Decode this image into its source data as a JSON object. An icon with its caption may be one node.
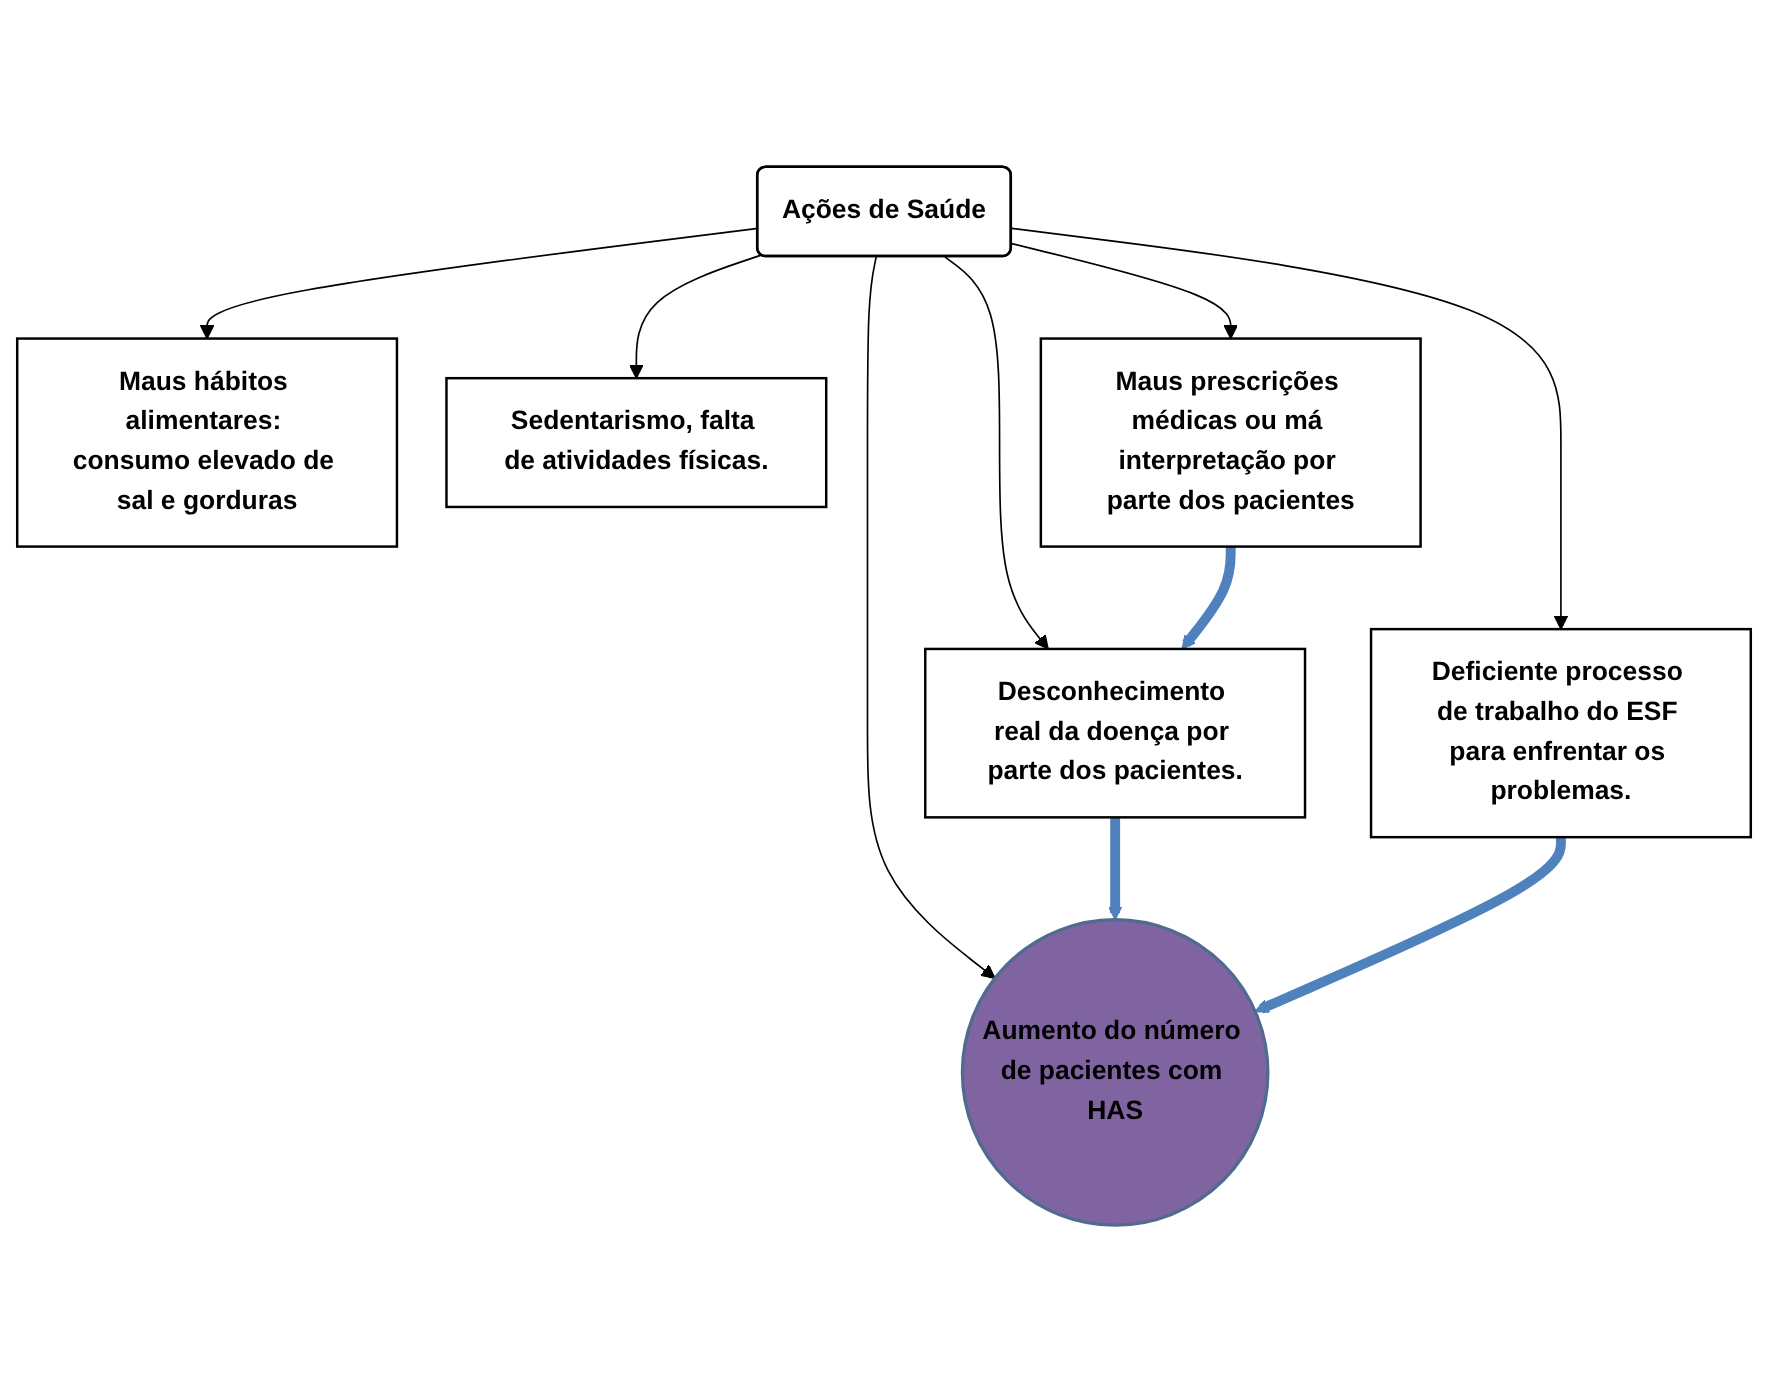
{
  "diagram": {
    "nodes": [
      {
        "text": [
          "Maus hábitos alimentares: consumo elevado de sal e gorduras"
        ]
      },
      {
        "text": [
          "Sedentarismo, falta de atividades físicas."
        ]
      },
      {
        "text": [
          "Maus prescrições médicas ou má interpretação por parte dos pacientes"
        ]
      },
      {
        "text": [
          "Desconhecimento real da doença por parte dos pacientes."
        ]
      },
      {
        "text": [
          "Ações de Saúde"
        ]
      },
      {
        "text": [
          "Deficiente processo de trabalho do ESF para enfrentar os problemas."
        ]
      },
      {
        "text": [
          "Aumento do número de pacientes com HAS"
        ]
      }
    ],
    "edges": [
      {
        "from": 4,
        "to": 0,
        "arrow": "to"
      },
      {
        "from": 4,
        "to": 1,
        "arrow": "to"
      },
      {
        "from": 4,
        "to": 2,
        "arrow": "to"
      },
      {
        "from": 4,
        "to": 3,
        "arrow": "to"
      },
      {
        "from": 4,
        "to": 5,
        "arrow": "to"
      },
      {
        "from": 4,
        "to": 6,
        "arrow": "to"
      },
      {
        "from": 2,
        "to": 3,
        "arrow": "to",
        "style": "thick",
        "color": "#4f81bd"
      },
      {
        "from": 3,
        "to": 6,
        "arrow": "to",
        "style": "thick",
        "color": "#4f81bd"
      },
      {
        "from": 5,
        "to": 6,
        "arrow": "to",
        "style": "thick",
        "color": "#4f81bd"
      }
    ]
  }
}
